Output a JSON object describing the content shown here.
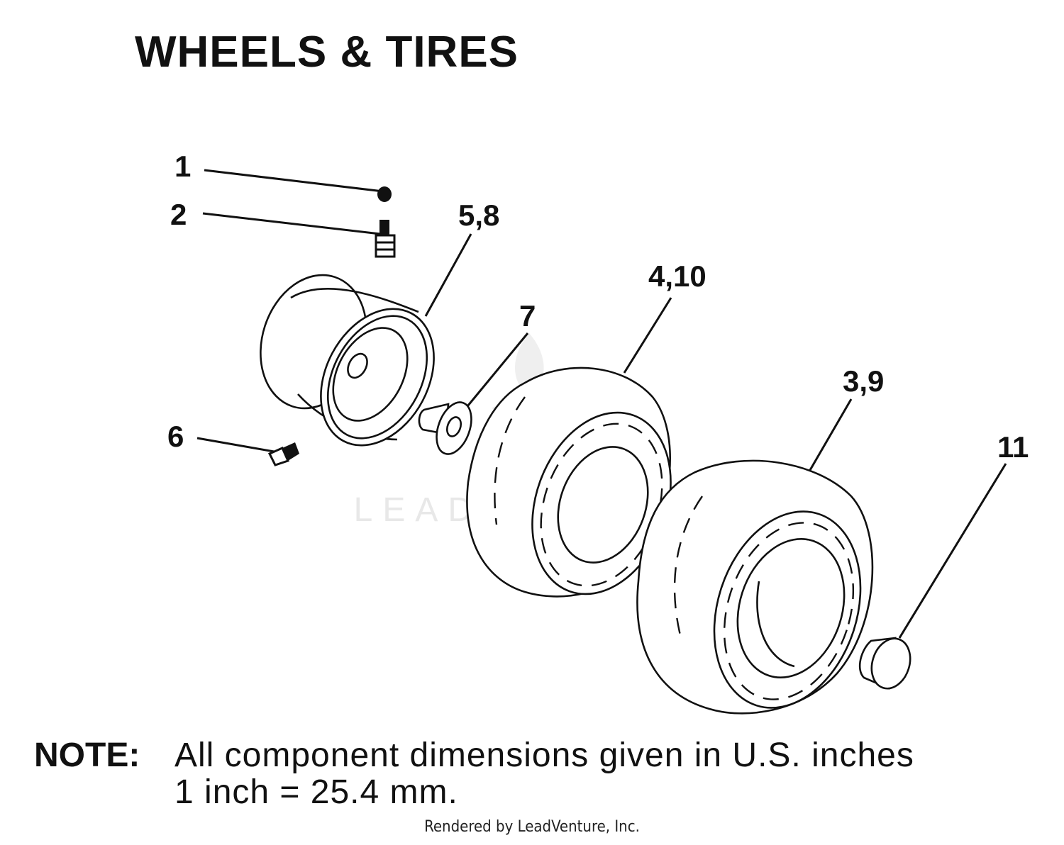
{
  "title": "WHEELS & TIRES",
  "callouts": {
    "c1": "1",
    "c2": "2",
    "c58": "5,8",
    "c410": "4,10",
    "c7": "7",
    "c39": "3,9",
    "c6": "6",
    "c11": "11"
  },
  "note": {
    "label": "NOTE:",
    "line1": "All component dimensions given in U.S. inches",
    "line2": "1 inch = 25.4 mm."
  },
  "watermark": "LEADVENTURE",
  "footer": "Rendered by LeadVenture, Inc."
}
